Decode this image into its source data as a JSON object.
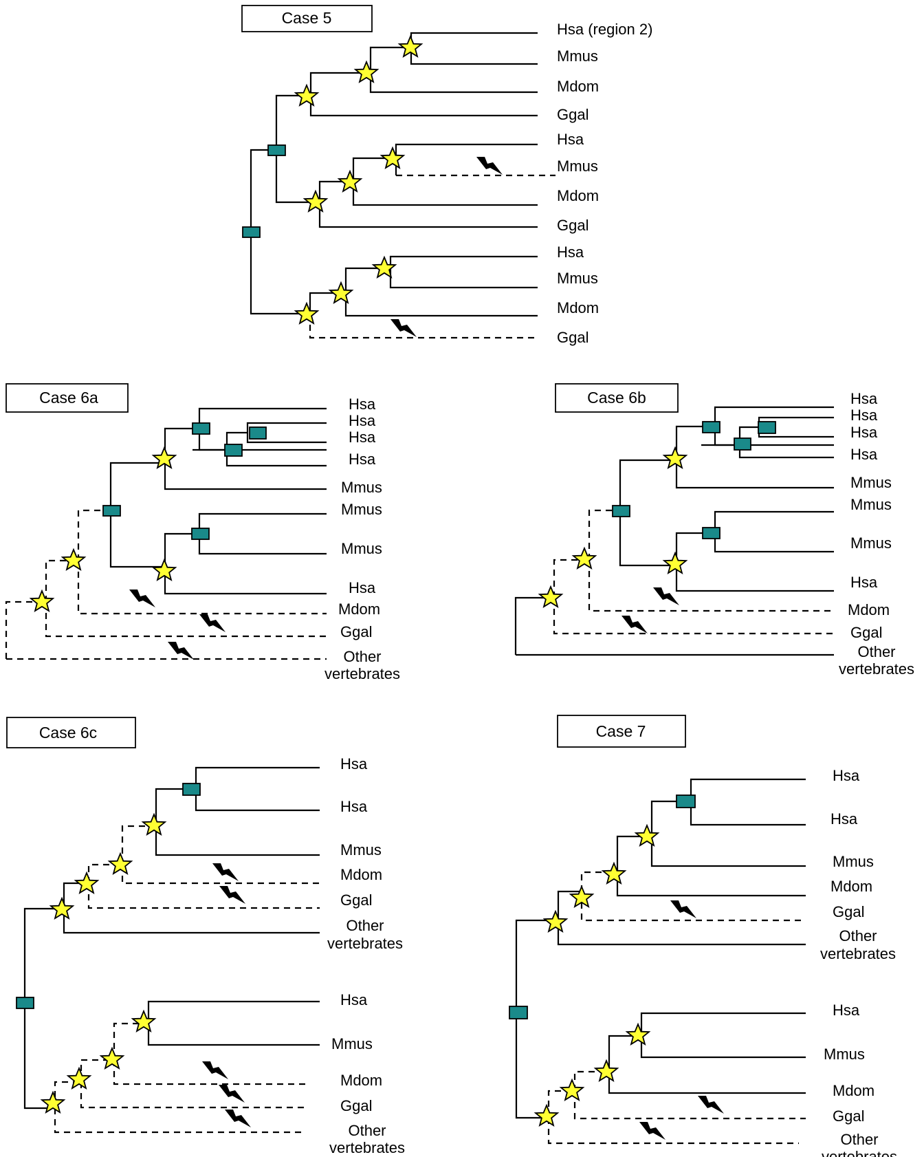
{
  "panels": [
    {
      "title": "Case 5",
      "labels": [
        "Hsa (region 2)",
        "Mmus",
        "Mdom",
        "Ggal",
        "Hsa",
        "Mmus",
        "Mdom",
        "Ggal",
        "Hsa",
        "Mmus",
        "Mdom",
        "Ggal"
      ]
    },
    {
      "title": "Case 6a",
      "labels": [
        "Hsa",
        "Hsa",
        "Hsa",
        "Hsa",
        "Mmus",
        "Mmus",
        "Mmus",
        "Hsa",
        "Mdom",
        "Ggal",
        "Other",
        "vertebrates"
      ]
    },
    {
      "title": "Case 6b",
      "labels": [
        "Hsa",
        "Hsa",
        "Hsa",
        "Hsa",
        "Mmus",
        "Mmus",
        "Mmus",
        "Hsa",
        "Mdom",
        "Ggal",
        "Other",
        "vertebrates"
      ]
    },
    {
      "title": "Case 6c",
      "labels": [
        "Hsa",
        "Hsa",
        "Mmus",
        "Mdom",
        "Ggal",
        "Other",
        "vertebrates",
        "Hsa",
        "Mmus",
        "Mdom",
        "Ggal",
        "Other",
        "vertebrates"
      ]
    },
    {
      "title": "Case 7",
      "labels": [
        "Hsa",
        "Hsa",
        "Mmus",
        "Mdom",
        "Ggal",
        "Other",
        "vertebrates",
        "Hsa",
        "Mmus",
        "Mdom",
        "Ggal",
        "Other",
        "vertebrates"
      ]
    }
  ],
  "colors": {
    "duplication_box": "#1a8a8a",
    "speciation_star": "#ffff33",
    "loss_bolt": "#000000"
  },
  "icons": {
    "duplication": "teal-rectangle",
    "speciation": "yellow-star",
    "gene_loss": "lightning-bolt"
  }
}
